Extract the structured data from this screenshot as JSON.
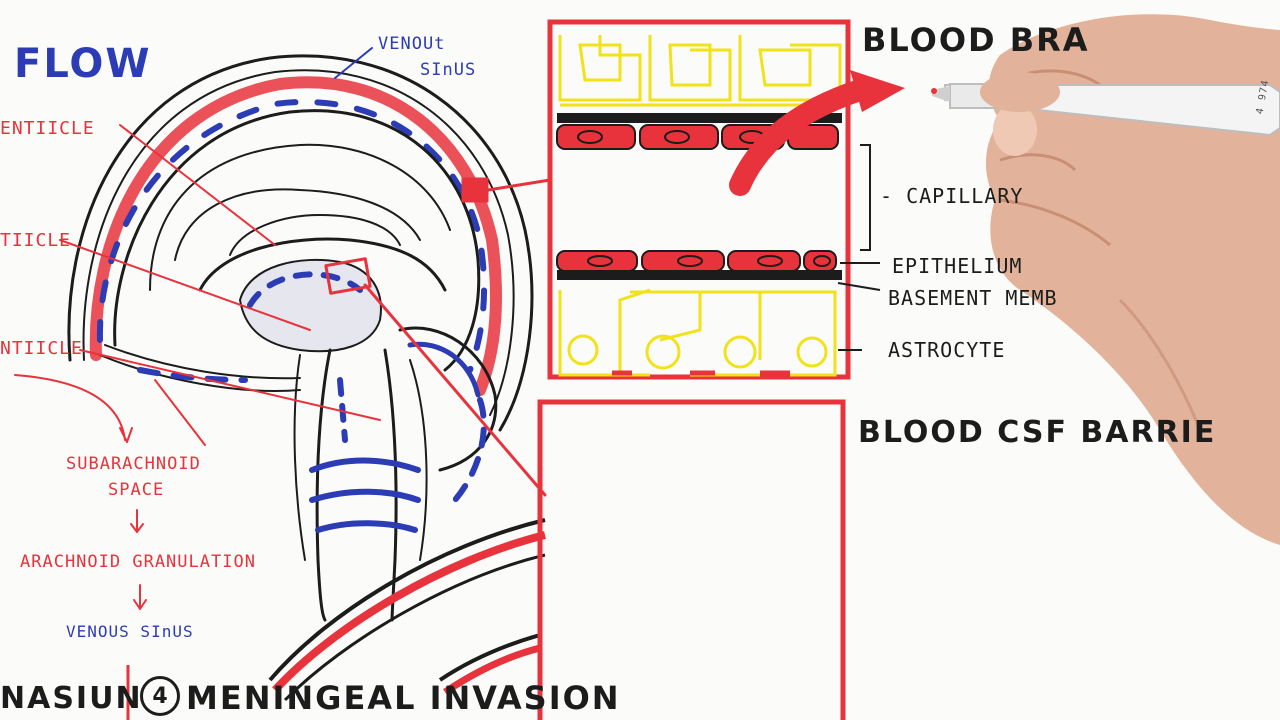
{
  "left_panel": {
    "flow_title": "FLOW",
    "venous_top": [
      "VENOUt",
      "SInUS"
    ],
    "ventricle_labels": [
      "ENTIICLE",
      "TIICLE",
      "NTIICLE"
    ],
    "flow_steps": [
      "SUBARACHNOID",
      "SPACE",
      "ARACHNOID GRANULATION",
      "VENOUS SInUS"
    ]
  },
  "bottom_bar": {
    "left_fragment": "NASIUN",
    "circled_number": "4",
    "title": "MENINGEAL INVASION"
  },
  "right_panel": {
    "bbb_title": "BLOOD BRA",
    "capillary_label": "- CAPILLARY",
    "epithelium_label": "EPITHELIUM",
    "basement_label": "BASEMENT MEMB",
    "astrocyte_label": "ASTROCYTE",
    "bcsf_title": "BLOOD CSF BARRIE"
  },
  "pen": {
    "brand_text": "4 974"
  },
  "colors": {
    "marker_red": "#e8333c",
    "marker_blue": "#2b3cb5",
    "marker_yellow": "#f2e21c",
    "ink": "#1c1c1c"
  }
}
